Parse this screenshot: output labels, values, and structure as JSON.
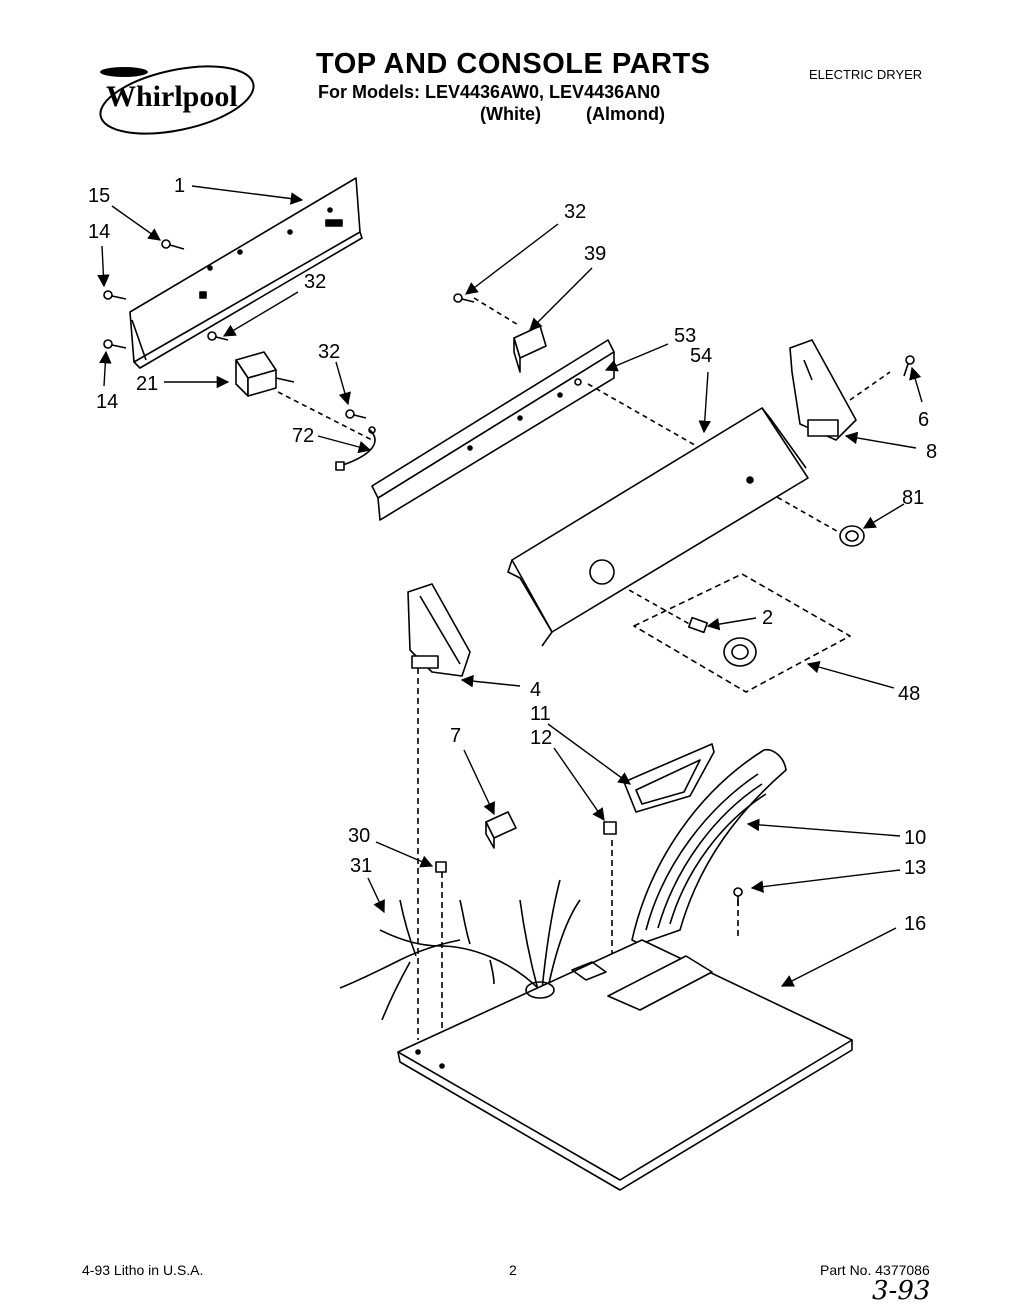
{
  "header": {
    "brand": "Whirlpool",
    "title": "TOP AND CONSOLE PARTS",
    "models_line": "For Models: LEV4436AW0, LEV4436AN0",
    "variant_white": "(White)",
    "variant_almond": "(Almond)",
    "product_type": "ELECTRIC DRYER"
  },
  "callouts": {
    "c1": "1",
    "c15": "15",
    "c14a": "14",
    "c32a": "32",
    "c14b": "14",
    "c21": "21",
    "c32b": "32",
    "c72": "72",
    "c32c": "32",
    "c39": "39",
    "c53": "53",
    "c54": "54",
    "c6": "6",
    "c8": "8",
    "c81": "81",
    "c2": "2",
    "c48": "48",
    "c4": "4",
    "c11": "11",
    "c12": "12",
    "c7": "7",
    "c10": "10",
    "c30": "30",
    "c31": "31",
    "c13": "13",
    "c16": "16"
  },
  "footer": {
    "litho": "4-93 Litho in U.S.A.",
    "page_number": "2",
    "part_number": "Part No. 4377086",
    "handwritten_note": "3-93"
  }
}
